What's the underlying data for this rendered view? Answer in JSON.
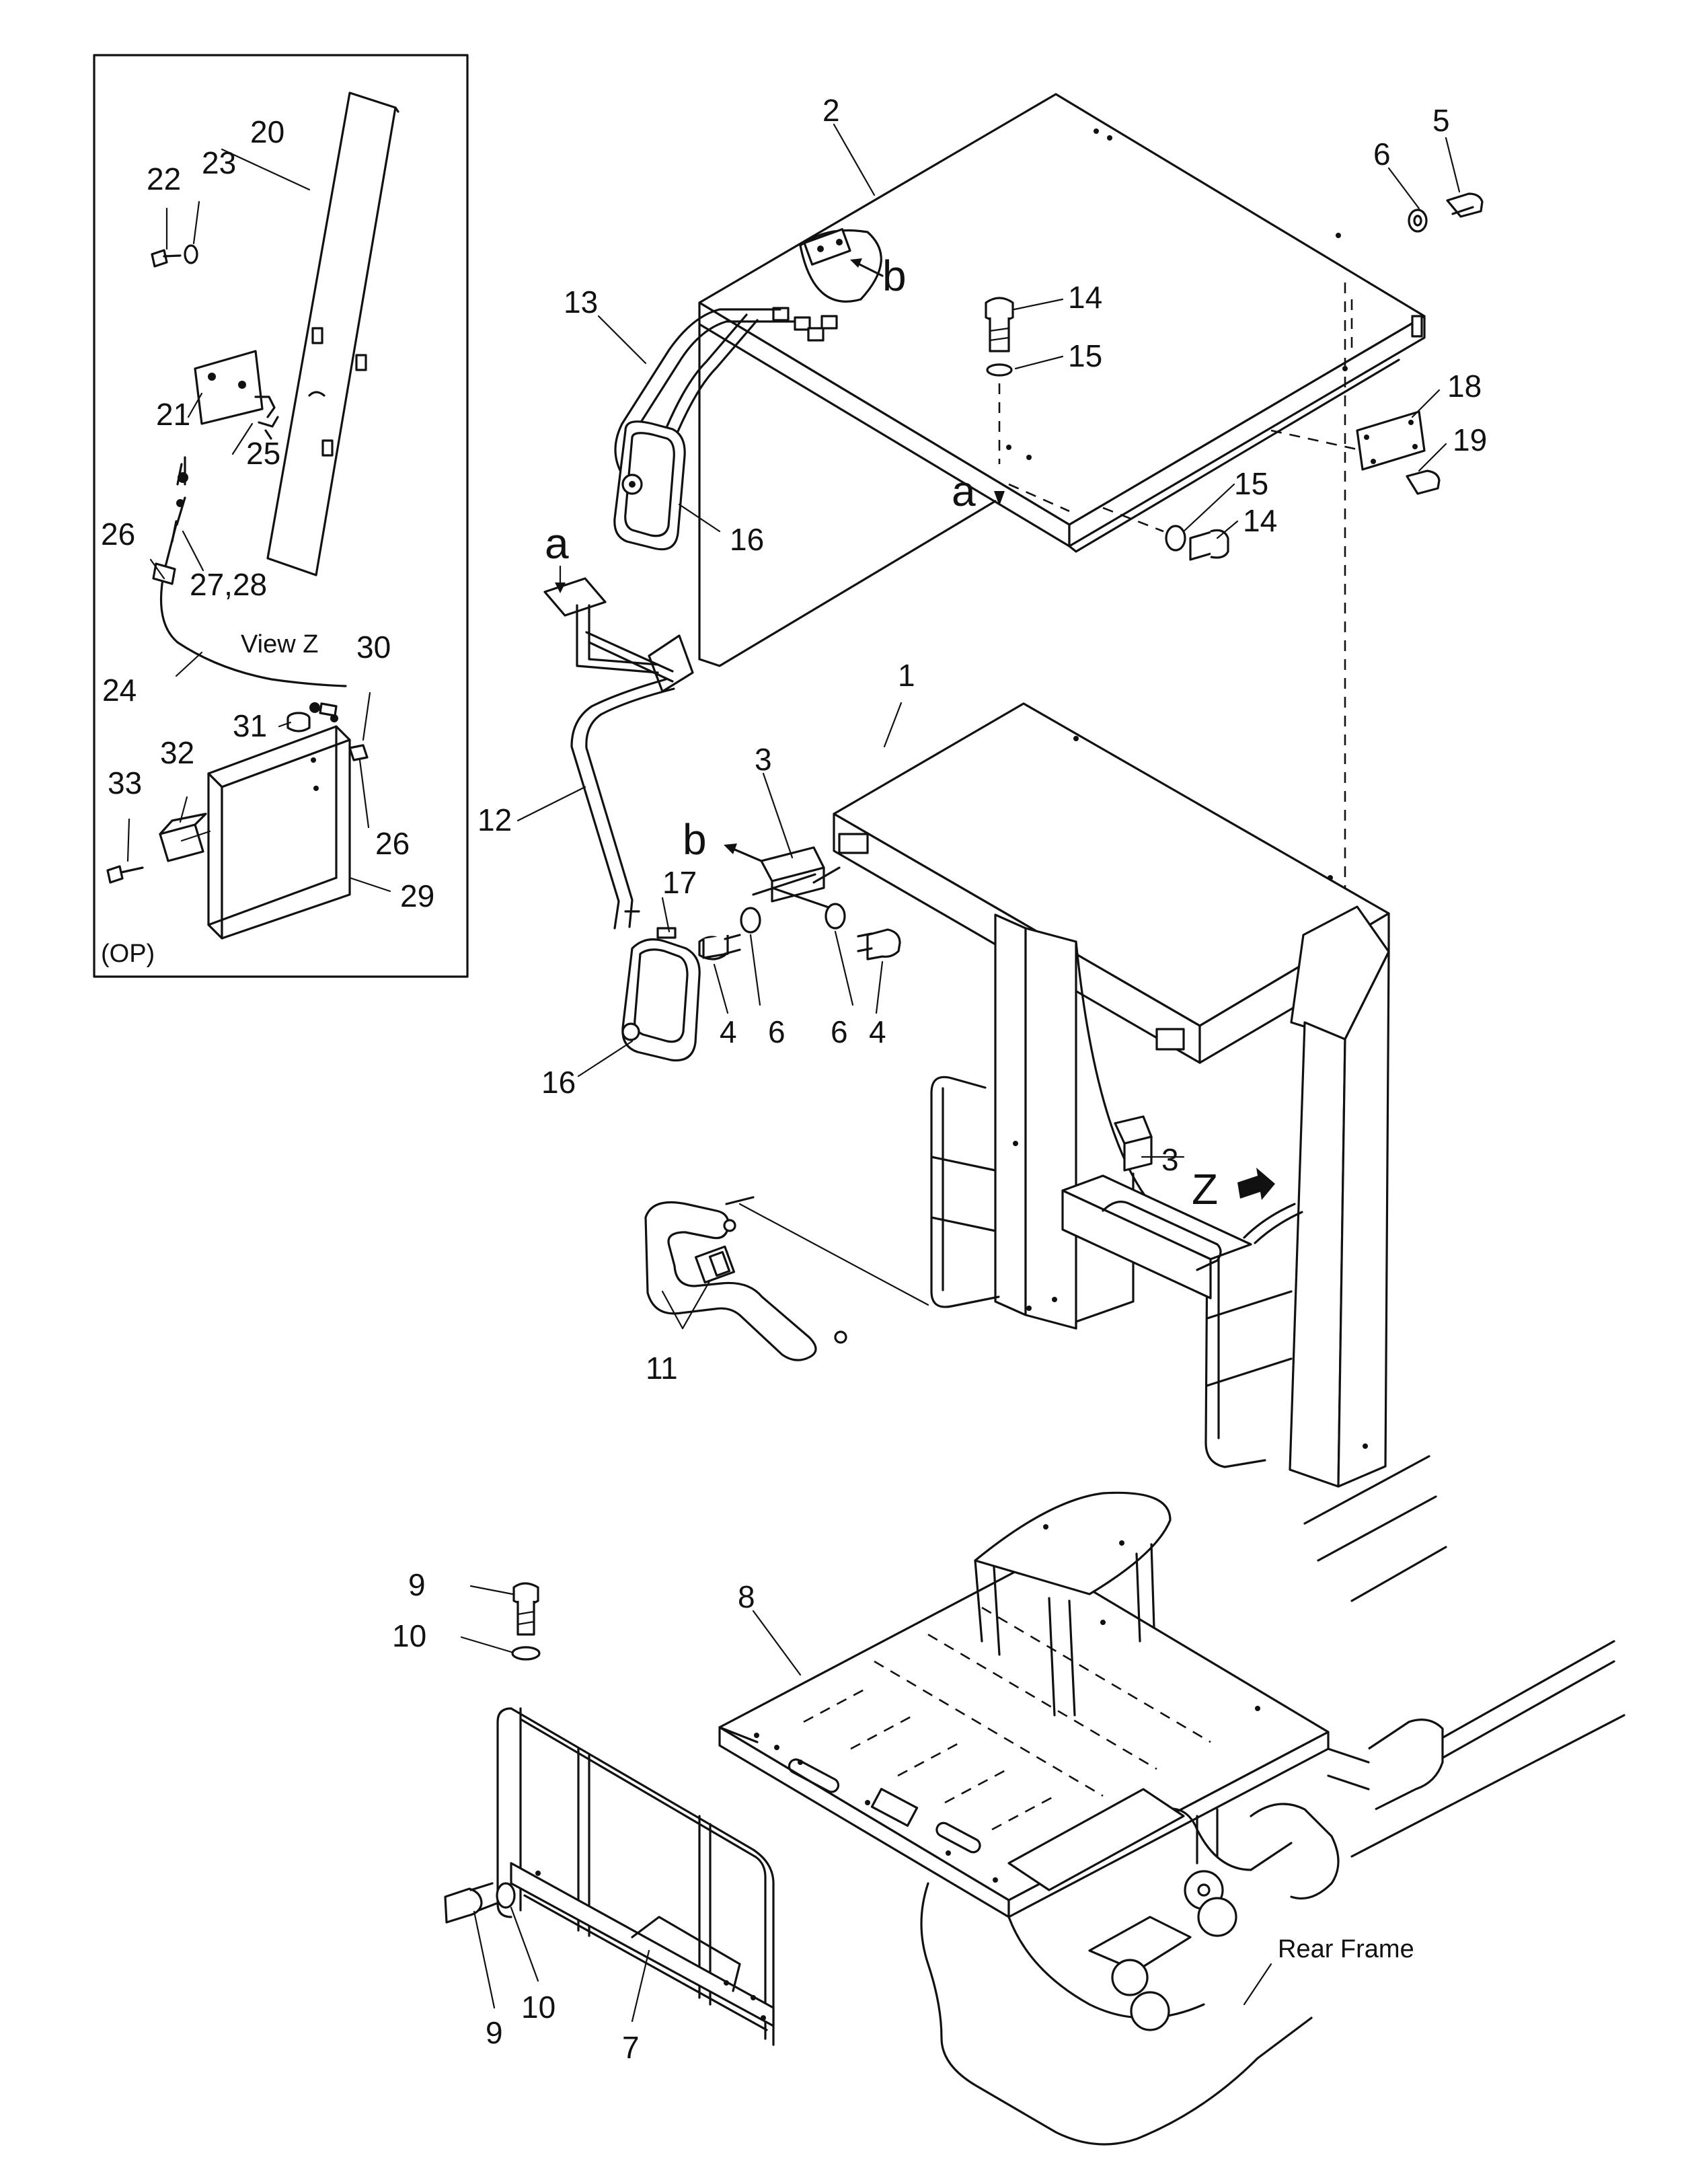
{
  "inset": {
    "view_label": "View Z",
    "op_label": "(OP)"
  },
  "labels": {
    "rear_frame": "Rear Frame",
    "arrow_a": "a",
    "arrow_b": "b",
    "view_z_arrow": "Z"
  },
  "callouts": [
    {
      "id": "c1",
      "text": "1"
    },
    {
      "id": "c2",
      "text": "2"
    },
    {
      "id": "c3a",
      "text": "3"
    },
    {
      "id": "c3b",
      "text": "3"
    },
    {
      "id": "c4a",
      "text": "4"
    },
    {
      "id": "c4b",
      "text": "4"
    },
    {
      "id": "c5",
      "text": "5"
    },
    {
      "id": "c6a",
      "text": "6"
    },
    {
      "id": "c6b",
      "text": "6"
    },
    {
      "id": "c6c",
      "text": "6"
    },
    {
      "id": "c7",
      "text": "7"
    },
    {
      "id": "c8",
      "text": "8"
    },
    {
      "id": "c9a",
      "text": "9"
    },
    {
      "id": "c9b",
      "text": "9"
    },
    {
      "id": "c10a",
      "text": "10"
    },
    {
      "id": "c10b",
      "text": "10"
    },
    {
      "id": "c11",
      "text": "11"
    },
    {
      "id": "c12",
      "text": "12"
    },
    {
      "id": "c13",
      "text": "13"
    },
    {
      "id": "c14a",
      "text": "14"
    },
    {
      "id": "c14b",
      "text": "14"
    },
    {
      "id": "c15a",
      "text": "15"
    },
    {
      "id": "c15b",
      "text": "15"
    },
    {
      "id": "c16a",
      "text": "16"
    },
    {
      "id": "c16b",
      "text": "16"
    },
    {
      "id": "c17",
      "text": "17"
    },
    {
      "id": "c18",
      "text": "18"
    },
    {
      "id": "c19",
      "text": "19"
    },
    {
      "id": "c20",
      "text": "20"
    },
    {
      "id": "c21",
      "text": "21"
    },
    {
      "id": "c22",
      "text": "22"
    },
    {
      "id": "c23",
      "text": "23"
    },
    {
      "id": "c24",
      "text": "24"
    },
    {
      "id": "c25",
      "text": "25"
    },
    {
      "id": "c26a",
      "text": "26"
    },
    {
      "id": "c26b",
      "text": "26"
    },
    {
      "id": "c27",
      "text": "27,28"
    },
    {
      "id": "c29",
      "text": "29"
    },
    {
      "id": "c30",
      "text": "30"
    },
    {
      "id": "c31",
      "text": "31"
    },
    {
      "id": "c32",
      "text": "32"
    },
    {
      "id": "c33",
      "text": "33"
    }
  ]
}
